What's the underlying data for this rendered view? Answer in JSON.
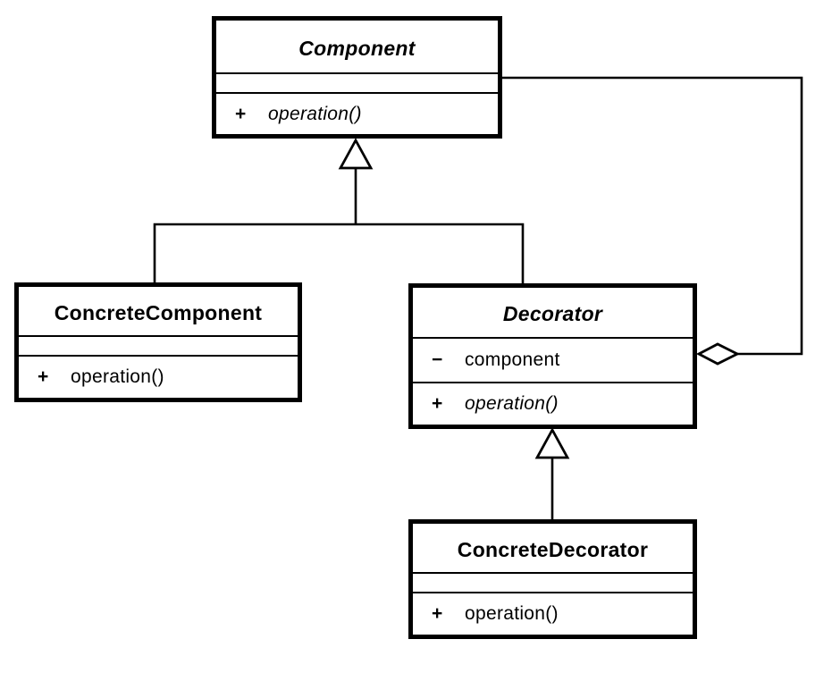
{
  "diagram": {
    "kind": "uml-class-diagram",
    "pattern_name": "Decorator",
    "background_color": "#ffffff",
    "line_color": "#000000",
    "classes": [
      {
        "name": "Component",
        "abstract": true,
        "attributes": [],
        "operations": [
          {
            "visibility": "+",
            "signature": "operation()",
            "abstract": true
          }
        ]
      },
      {
        "name": "ConcreteComponent",
        "abstract": false,
        "attributes": [],
        "operations": [
          {
            "visibility": "+",
            "signature": "operation()",
            "abstract": false
          }
        ]
      },
      {
        "name": "Decorator",
        "abstract": true,
        "attributes": [
          {
            "visibility": "−",
            "name": "component"
          }
        ],
        "operations": [
          {
            "visibility": "+",
            "signature": "operation()",
            "abstract": true
          }
        ]
      },
      {
        "name": "ConcreteDecorator",
        "abstract": false,
        "attributes": [],
        "operations": [
          {
            "visibility": "+",
            "signature": "operation()",
            "abstract": false
          }
        ]
      }
    ],
    "relationships": [
      {
        "type": "generalization",
        "from": "ConcreteComponent",
        "to": "Component"
      },
      {
        "type": "generalization",
        "from": "Decorator",
        "to": "Component"
      },
      {
        "type": "generalization",
        "from": "ConcreteDecorator",
        "to": "Decorator"
      },
      {
        "type": "aggregation",
        "owner": "Decorator",
        "part": "Component"
      }
    ]
  }
}
